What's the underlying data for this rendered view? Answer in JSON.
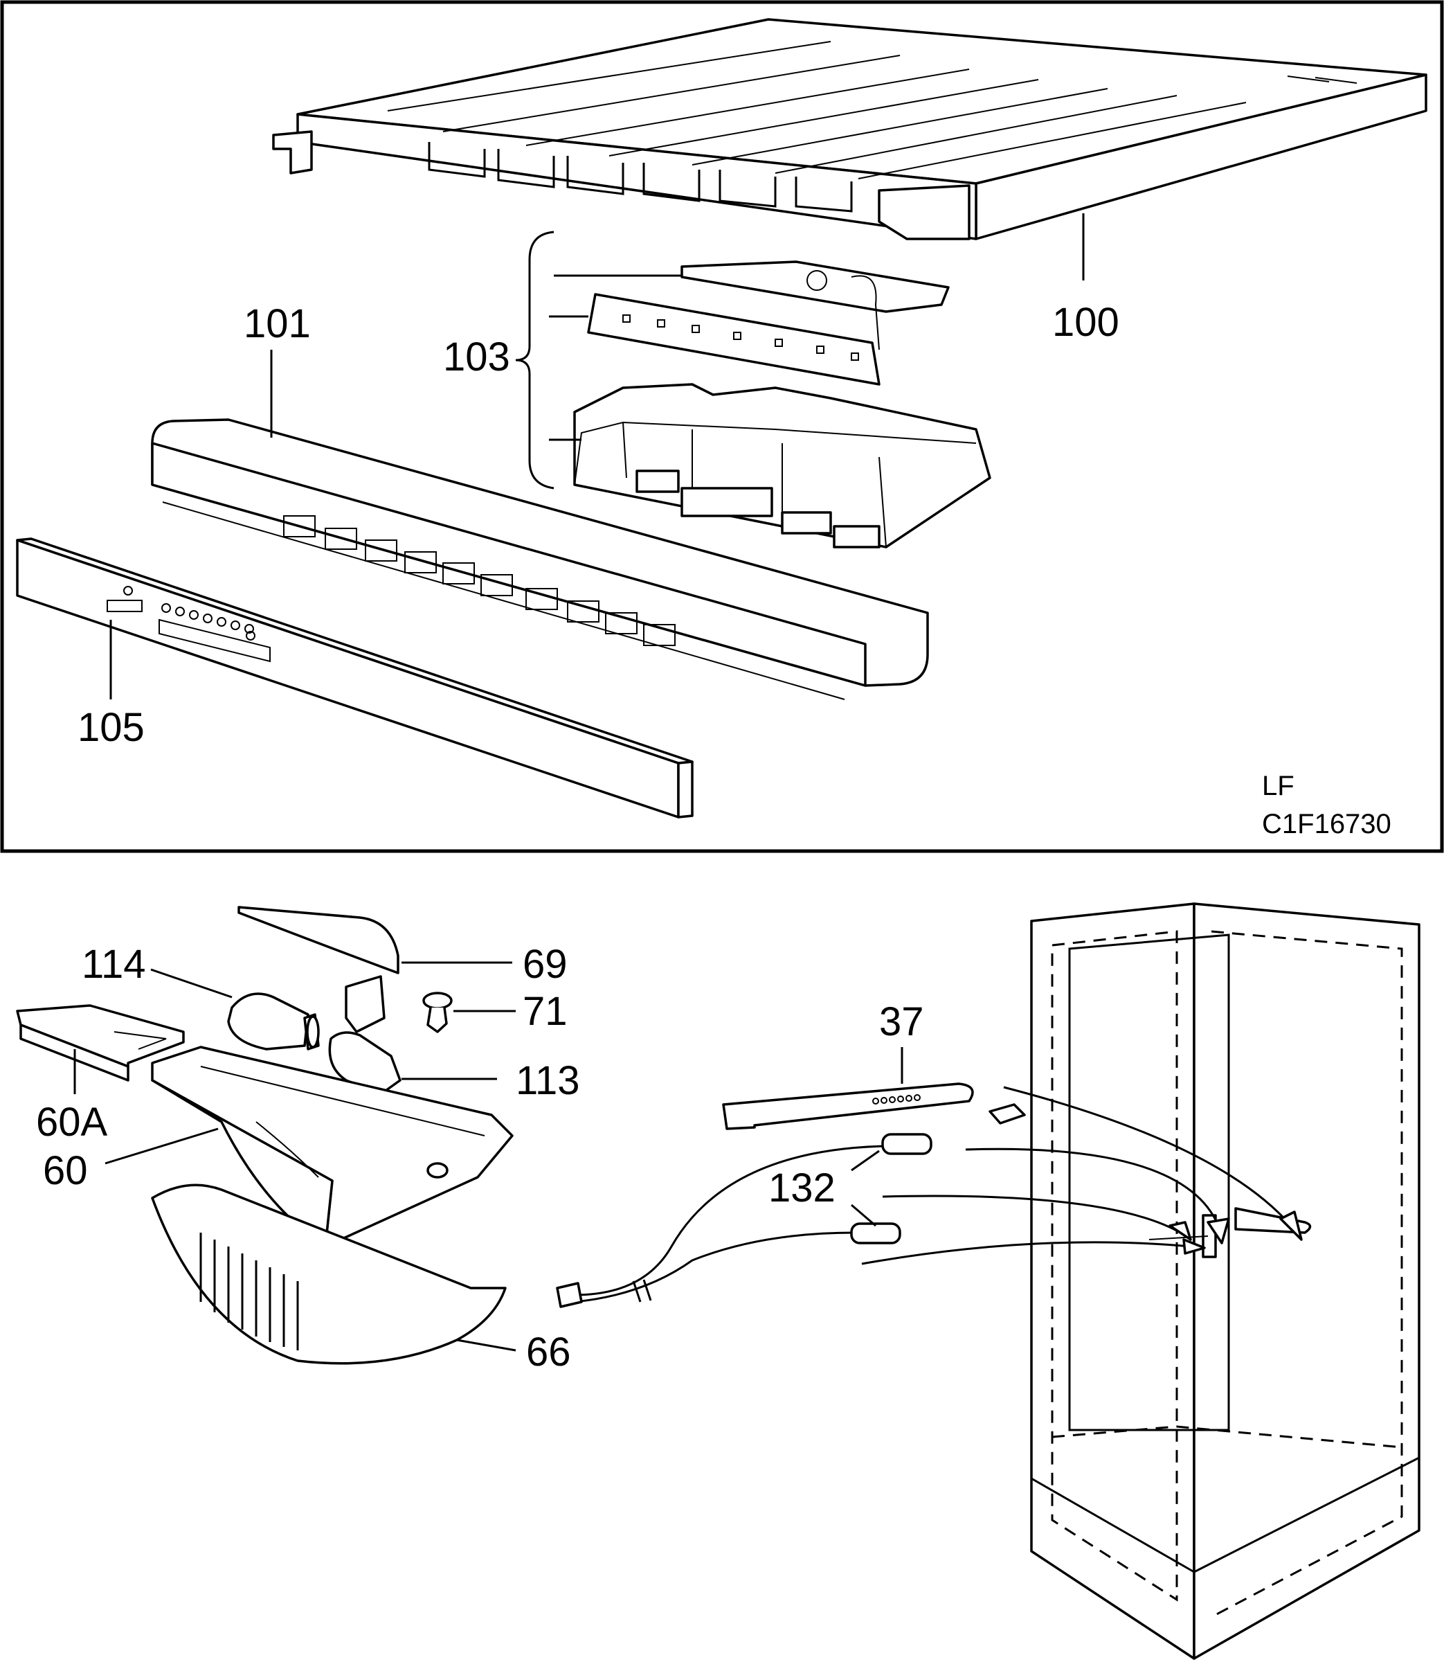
{
  "top_panel": {
    "code_line1": "LF",
    "code_line2": "C1F16730",
    "labels": {
      "p100": "100",
      "p101": "101",
      "p103": "103",
      "p105": "105"
    }
  },
  "bottom_panel": {
    "labels": {
      "p114": "114",
      "p69": "69",
      "p71": "71",
      "p113": "113",
      "p60A": "60A",
      "p60": "60",
      "p66": "66",
      "p37": "37",
      "p132": "132"
    }
  }
}
